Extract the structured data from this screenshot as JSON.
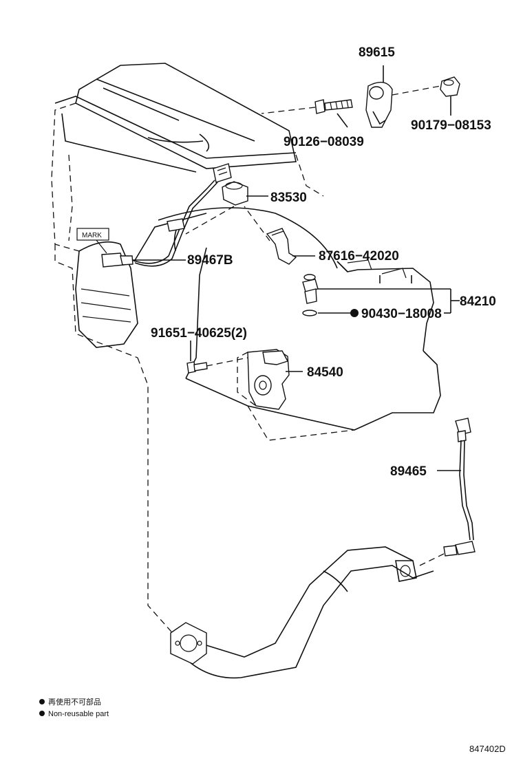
{
  "parts": {
    "p89615": "89615",
    "p90179": "90179−08153",
    "p90126": "90126−08039",
    "p83530": "83530",
    "p87616": "87616−42020",
    "p89467b": "89467B",
    "p84210": "84210",
    "p90430": "90430−18008",
    "p91651": "91651−40625(2)",
    "p84540": "84540",
    "p89465": "89465"
  },
  "mark_label": "MARK",
  "legend": {
    "jp": "再使用不可部品",
    "en": "Non-reusable part"
  },
  "diagram_code": "847402D"
}
